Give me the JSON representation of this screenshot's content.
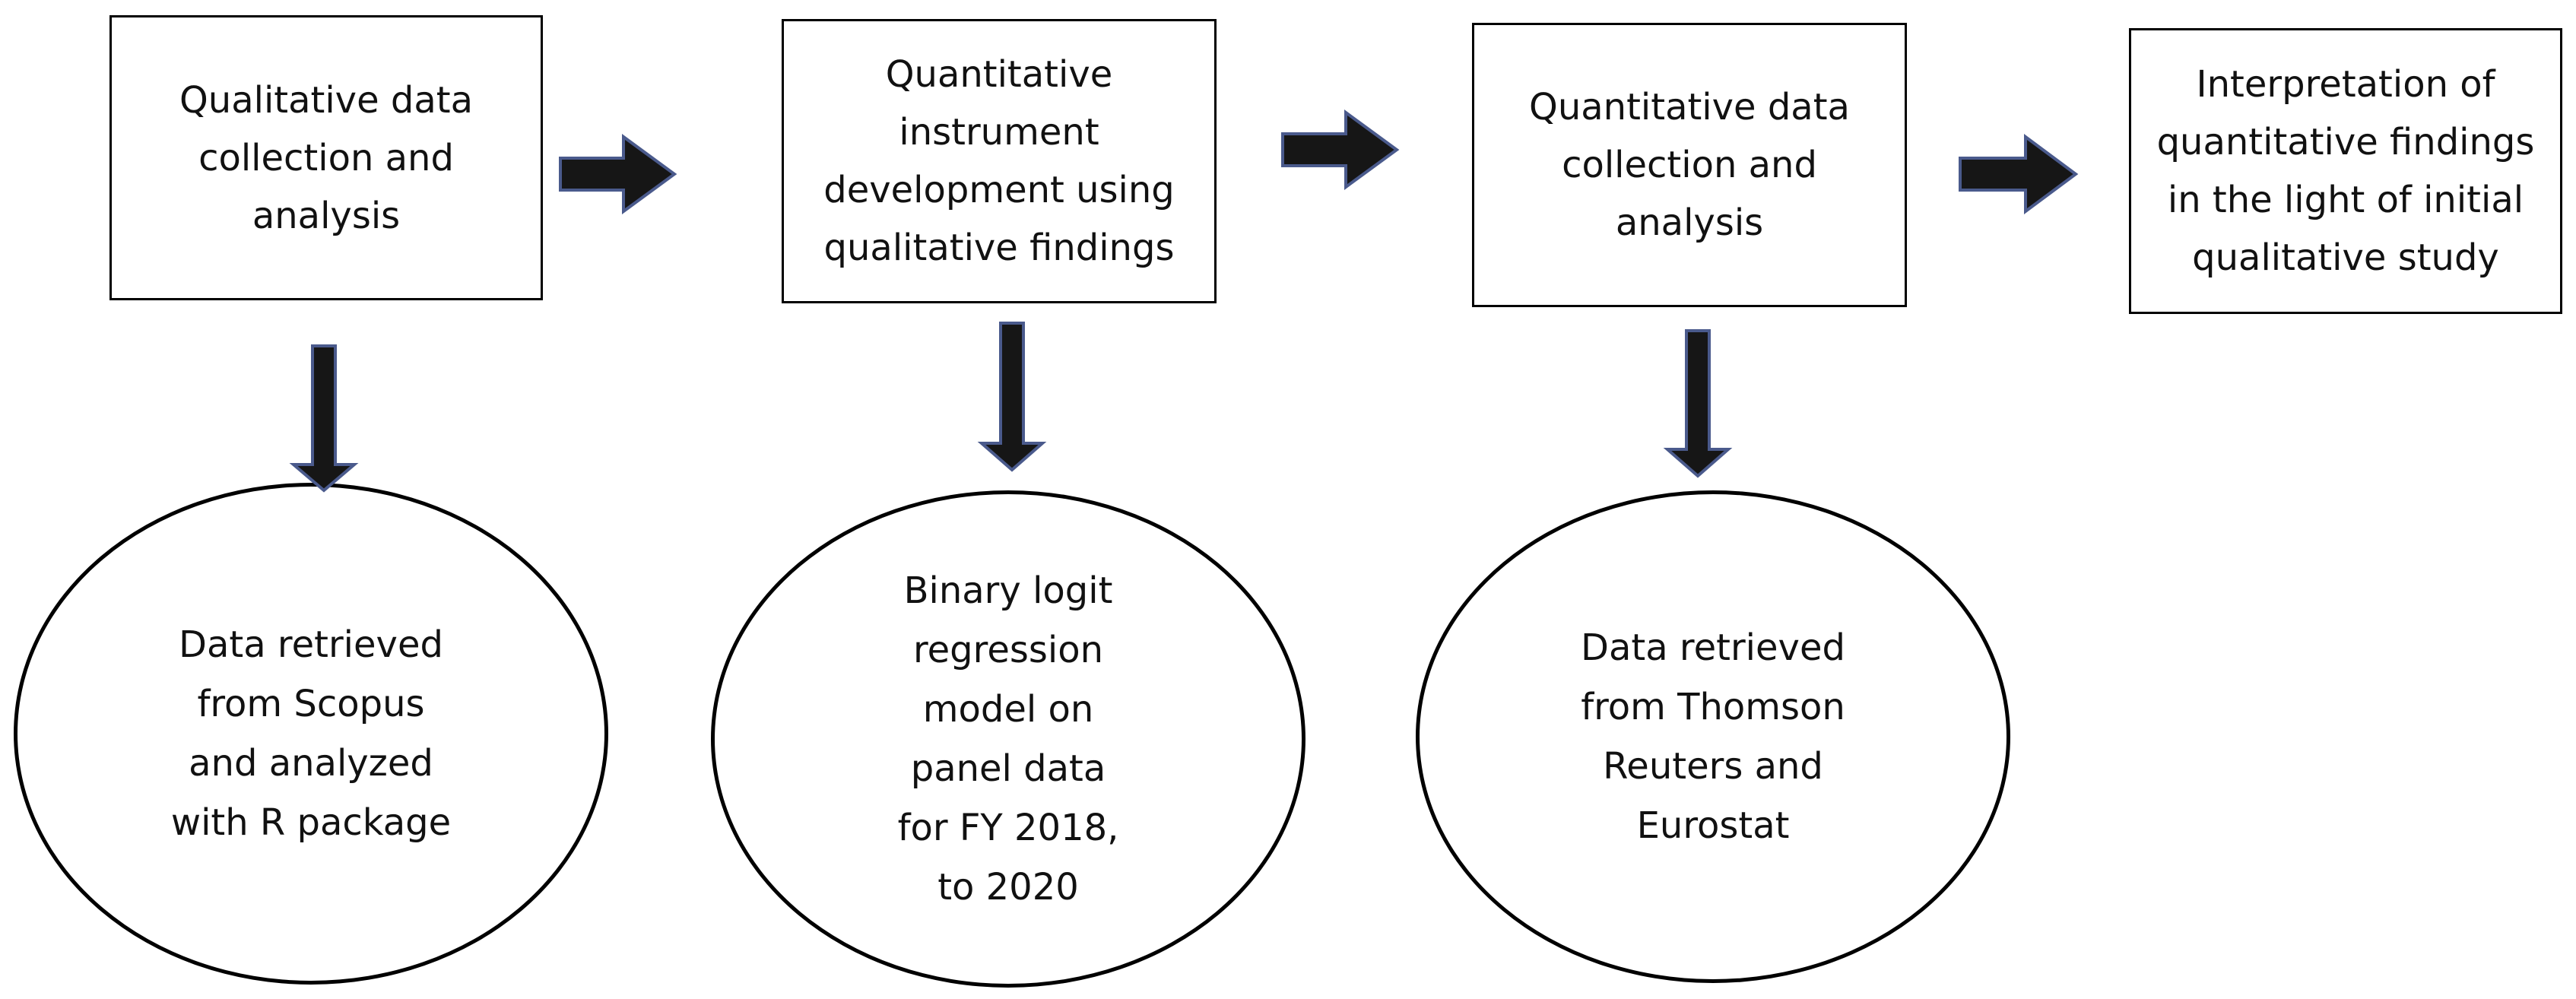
{
  "colors": {
    "arrow_fill": "#161616",
    "arrow_stroke": "#4a5a8c",
    "border": "#000000",
    "text": "#111111"
  },
  "steps": [
    {
      "label": "Qualitative data\ncollection and\nanalysis"
    },
    {
      "label": "Quantitative\ninstrument\ndevelopment using\nqualitative findings"
    },
    {
      "label": "Quantitative data\ncollection and\nanalysis"
    },
    {
      "label": "Interpretation of\nquantitative findings\nin the light of initial\nqualitative study"
    }
  ],
  "details": [
    {
      "label": "Data retrieved\nfrom Scopus\nand analyzed\nwith R package"
    },
    {
      "label": "Binary logit\nregression\nmodel on\npanel data\nfor FY 2018,\nto 2020"
    },
    {
      "label": "Data retrieved\nfrom Thomson\nReuters and\nEurostat"
    }
  ],
  "icons": {
    "flow_arrow": "right-arrow-icon",
    "detail_arrow": "down-arrow-icon"
  }
}
